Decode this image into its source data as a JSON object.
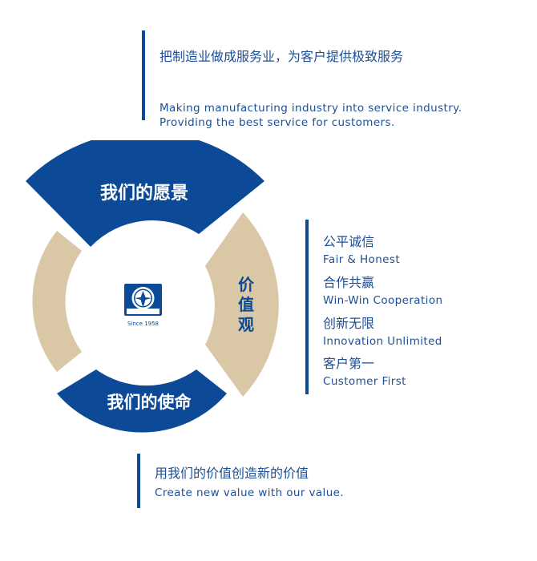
{
  "mission_quote": {
    "zh": "把制造业做成服务业，为客户提供极致服务",
    "en_line1": "Making manufacturing industry into service industry.",
    "en_line2": "Providing the best service for customers."
  },
  "ring": {
    "vision_label": "我们的愿景",
    "values_label": [
      "价",
      "值",
      "观"
    ],
    "mission_label": "我们的使命",
    "logo_text": "Since 1958"
  },
  "values": [
    {
      "zh": "公平诚信",
      "en": "Fair & Honest"
    },
    {
      "zh": "合作共赢",
      "en": "Win-Win Cooperation"
    },
    {
      "zh": "创新无限",
      "en": "Innovation Unlimited"
    },
    {
      "zh": "客户第一",
      "en": "Customer First"
    }
  ],
  "bottom_quote": {
    "zh": "用我们的价值创造新的价值",
    "en": "Create new value with our value."
  },
  "colors": {
    "brand_blue": "#0c4a97",
    "beige": "#d9c7a6",
    "text_blue": "#1d4f95"
  }
}
